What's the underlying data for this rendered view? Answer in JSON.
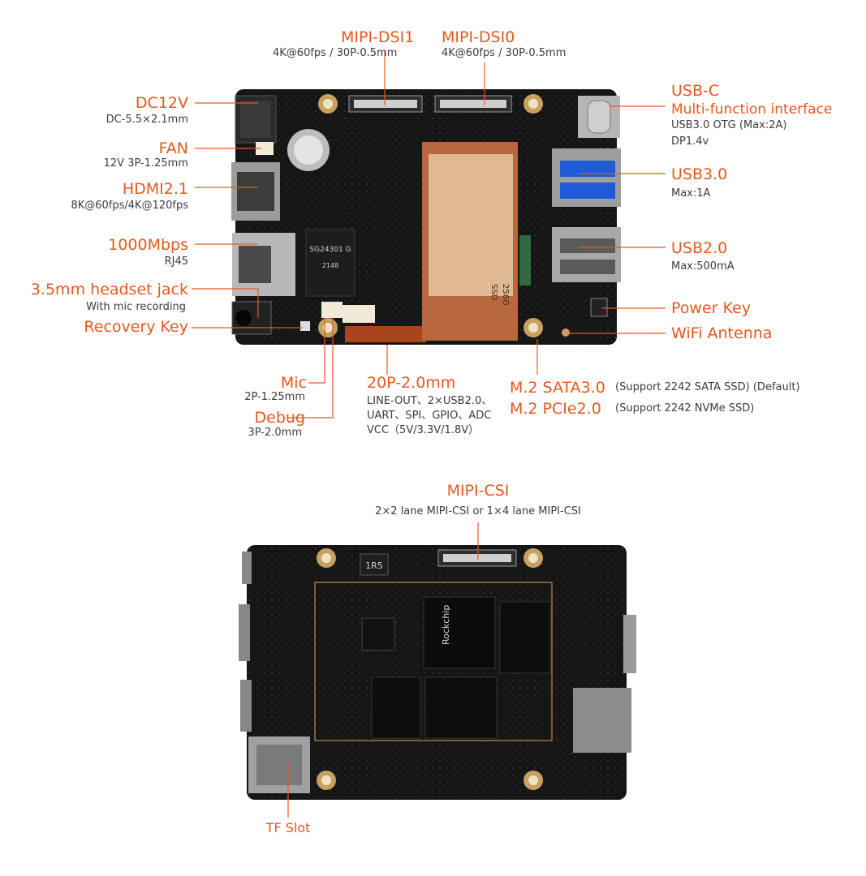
{
  "colors": {
    "accent": "#e8581c",
    "text": "#3c3c3c",
    "pcb": "#151515",
    "pad": "#c8a060"
  },
  "top_labels": {
    "mipi_dsi1": {
      "title": "MIPI-DSI1",
      "sub": "4K@60fps / 30P-0.5mm"
    },
    "mipi_dsi0": {
      "title": "MIPI-DSI0",
      "sub": "4K@60fps / 30P-0.5mm"
    },
    "dc12v": {
      "title": "DC12V",
      "sub": "DC-5.5×2.1mm"
    },
    "fan": {
      "title": "FAN",
      "sub": "12V 3P-1.25mm"
    },
    "hdmi": {
      "title": "HDMI2.1",
      "sub": "8K@60fps/4K@120fps"
    },
    "ethernet": {
      "title": "1000Mbps",
      "sub": "RJ45"
    },
    "headset": {
      "title": "3.5mm headset jack",
      "sub": "With mic recording"
    },
    "recovery": {
      "title": "Recovery Key"
    },
    "mic": {
      "title": "Mic",
      "sub": "2P-1.25mm"
    },
    "debug": {
      "title": "Debug",
      "sub": "3P-2.0mm"
    },
    "header20p": {
      "title": "20P-2.0mm",
      "lines": [
        "LINE-OUT、2×USB2.0、",
        "UART、SPI、GPIO、ADC",
        "VCC（5V/3.3V/1.8V）"
      ]
    },
    "m2_sata": {
      "title": "M.2 SATA3.0",
      "note": "(Support 2242 SATA SSD)  (Default)"
    },
    "m2_pcie": {
      "title": "M.2 PCIe2.0",
      "note": "(Support 2242 NVMe SSD)"
    },
    "usbc": {
      "title": "USB-C",
      "title2": "Multi-function interface",
      "sub": "USB3.0 OTG (Max:2A)",
      "sub2": "DP1.4v"
    },
    "usb3": {
      "title": "USB3.0",
      "sub": "Max:1A"
    },
    "usb2": {
      "title": "USB2.0",
      "sub": "Max:500mA"
    },
    "power": {
      "title": "Power Key"
    },
    "wifi": {
      "title": "WiFi Antenna"
    }
  },
  "bottom_labels": {
    "mipi_csi": {
      "title": "MIPI-CSI",
      "sub": "2×2 lane MIPI-CSI  or 1×4 lane MIPI-CSI"
    },
    "tf_slot": {
      "title": "TF Slot"
    }
  },
  "board_text": {
    "chip_top": "SG24301 G",
    "chip_top2": "2148",
    "rockchip": "Rockchip",
    "ssd_capacity": "256G",
    "ssd_type": "SSD",
    "inductor": "1R5"
  }
}
